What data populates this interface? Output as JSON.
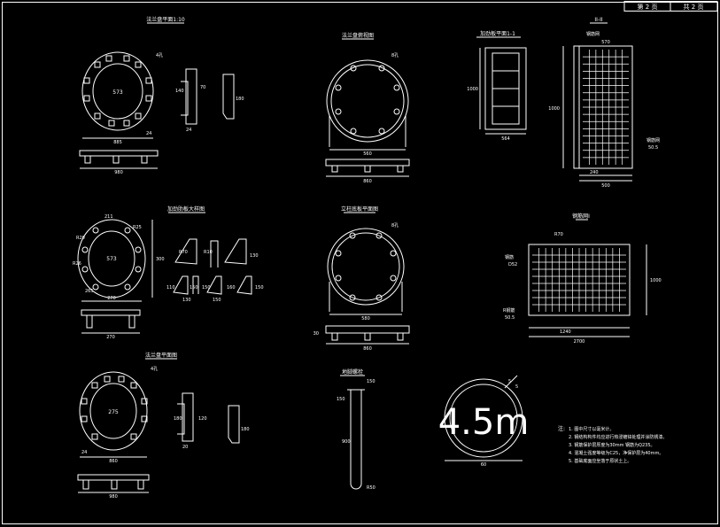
{
  "sheet": {
    "page_label": "第 2 页",
    "total_label": "共 2 页"
  },
  "colors": {
    "background": "#000000",
    "line": "#ffffff",
    "text": "#ffffff"
  },
  "views": {
    "v1": {
      "title": "法兰盘平面1:10",
      "hole_note": "4孔",
      "inner_dim": "573",
      "width_dim": "885",
      "side_dim": "24",
      "base_dim": "980",
      "rib_dims": [
        "140",
        "70",
        "24"
      ],
      "plate_dim": "180"
    },
    "v2": {
      "title": "法兰盘俯视图",
      "hole_note": "8孔",
      "width_dim": "560",
      "base_dim": "860"
    },
    "v3": {
      "title": "加劲板平面1-1",
      "height_dim": "1000",
      "width_dim": "564"
    },
    "v4": {
      "title": "II-II",
      "mesh_note_top": "钢筋网",
      "top_dim": "570",
      "left_dim": "1000",
      "right_note": "钢筋网",
      "right_dim": "50.5",
      "bottom_dims": [
        "240",
        "500"
      ]
    },
    "v5": {
      "title": "加劲肋板大样图",
      "dims": [
        "211",
        "R25",
        "R20",
        "R26",
        "573",
        "300",
        "265",
        "270"
      ],
      "rib_dims": [
        "R70",
        "R10",
        "130",
        "150",
        "130",
        "160",
        "130",
        "150"
      ],
      "small_dims": [
        "110",
        "150",
        "150",
        "150"
      ]
    },
    "v6": {
      "title": "立柱底板平面图",
      "hole_note": "8孔",
      "width_dim": "580",
      "side_dim": "30",
      "base_dim": "860"
    },
    "v7": {
      "title": "钢筋网I",
      "top_label": "R70",
      "left_note": "钢筋",
      "left_dim": "D52",
      "left_note2": "R钢筋",
      "left_dim2": "50.5",
      "right_dim": "1000",
      "bottom_dims": [
        "1240",
        "2700"
      ]
    },
    "v8": {
      "title": "法兰盘平面图",
      "hole_note": "4孔",
      "inner_dim": "275",
      "side_dim": "24",
      "width_dim": "860",
      "base_dim": "980",
      "rib_dims": [
        "180",
        "120",
        "20"
      ],
      "plate_dim": "180"
    },
    "v9": {
      "title": "地脚螺栓",
      "top_dim": "150",
      "left_dim": "150",
      "mid_dim": "900",
      "bottom_dim": "R50"
    },
    "v10": {
      "sign_text": "4.5m",
      "edge_dims": [
        "5",
        "5"
      ],
      "width_dim": "60"
    }
  },
  "notes": {
    "prefix": "注:",
    "lines": [
      "1. 图中尺寸以毫米计。",
      "2. 钢结构构件均应进行热浸镀锌处理并涂防锈漆。",
      "3. 钢筋保护层厚度为30mm 钢筋为Q235。",
      "4. 混凝土强度等级为C25，净保护层为40mm。",
      "5. 基础底面应坐落于原状土上。"
    ]
  }
}
